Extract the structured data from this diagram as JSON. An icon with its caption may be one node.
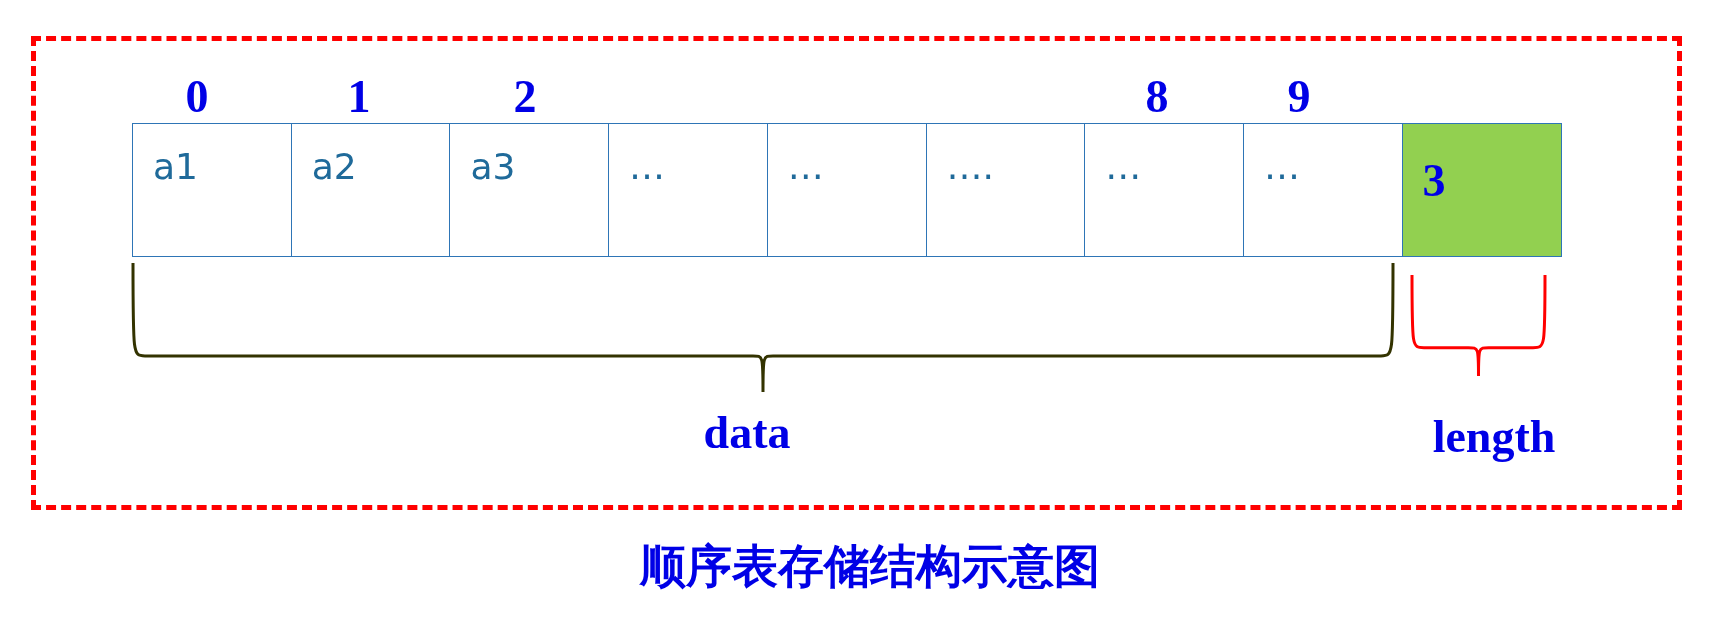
{
  "diagram": {
    "caption": "顺序表存储结构示意图",
    "nodes": [
      {
        "text": [],
        "shape": "box"
      },
      {
        "text": [
          "a1"
        ],
        "in": 0
      },
      {
        "text": [
          "a2"
        ],
        "in": 0
      },
      {
        "text": [
          "a3"
        ],
        "in": 0
      },
      {
        "text": [
          "…"
        ],
        "in": 0
      },
      {
        "text": [
          "…"
        ],
        "in": 0
      },
      {
        "text": [
          "…."
        ],
        "in": 0
      },
      {
        "text": [
          "…"
        ],
        "in": 0
      },
      {
        "text": [
          "…"
        ],
        "in": 0
      },
      {
        "text": [
          "3"
        ],
        "in": 0
      }
    ],
    "labels": [
      "0",
      "1",
      "2",
      "8",
      "9",
      "data",
      "length"
    ]
  }
}
